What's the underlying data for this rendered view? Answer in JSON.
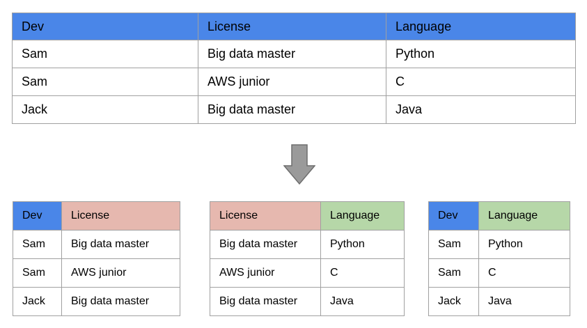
{
  "colors": {
    "header_blue": "#4a86e8",
    "header_pink": "#e6b8af",
    "header_green": "#b6d7a8",
    "table_border": "#a0a0a0",
    "arrow_fill": "#9a9a9a",
    "arrow_stroke": "#6e6e6e",
    "text": "#000000",
    "background": "#ffffff"
  },
  "source_table": {
    "headers": [
      "Dev",
      "License",
      "Language"
    ],
    "rows": [
      [
        "Sam",
        "Big data master",
        "Python"
      ],
      [
        "Sam",
        "AWS junior",
        "C"
      ],
      [
        "Jack",
        "Big data master",
        "Java"
      ]
    ]
  },
  "arrow": {
    "icon": "down-arrow",
    "direction": "down"
  },
  "decomposed_tables": [
    {
      "headers": [
        "Dev",
        "License"
      ],
      "header_colors": [
        "blue",
        "pink"
      ],
      "rows": [
        [
          "Sam",
          "Big data master"
        ],
        [
          "Sam",
          "AWS junior"
        ],
        [
          "Jack",
          "Big data master"
        ]
      ]
    },
    {
      "headers": [
        "License",
        "Language"
      ],
      "header_colors": [
        "pink",
        "green"
      ],
      "rows": [
        [
          "Big data master",
          "Python"
        ],
        [
          "AWS junior",
          "C"
        ],
        [
          "Big data master",
          "Java"
        ]
      ]
    },
    {
      "headers": [
        "Dev",
        "Language"
      ],
      "header_colors": [
        "blue",
        "green"
      ],
      "rows": [
        [
          "Sam",
          "Python"
        ],
        [
          "Sam",
          "C"
        ],
        [
          "Jack",
          "Java"
        ]
      ]
    }
  ]
}
